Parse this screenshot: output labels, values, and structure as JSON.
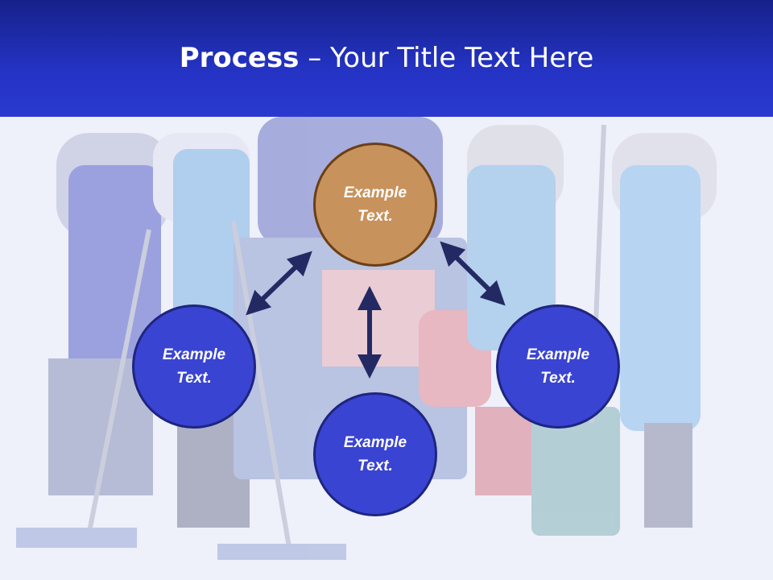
{
  "header": {
    "title_bold": "Process",
    "title_rest": " – Your Title Text Here",
    "color": "#2433c4"
  },
  "nodes": {
    "top": "Example Text.",
    "left": "Example Text.",
    "right": "Example Text.",
    "bottom": "Example Text."
  },
  "colors": {
    "node_blue": "#3a44d2",
    "node_orange": "#c8925c",
    "arrow": "#232a63"
  }
}
